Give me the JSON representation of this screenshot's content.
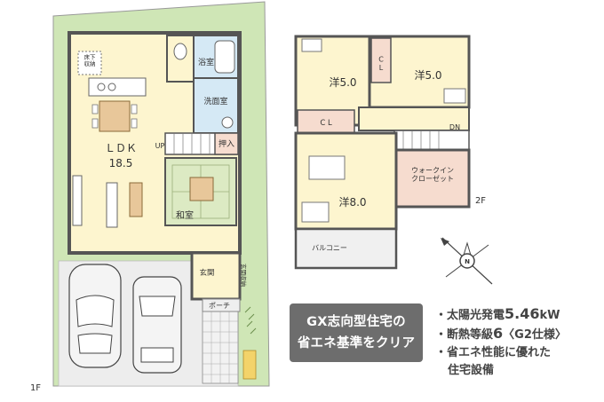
{
  "floor1": {
    "label": "1F",
    "rooms": {
      "storage": "床下\n収納",
      "bath": "浴室",
      "washroom": "洗面室",
      "ldk": "ＬＤＫ",
      "ldk_size": "18.5",
      "up": "UP",
      "closet": "押入",
      "washitsu": "和室",
      "entrance": "玄関",
      "entrance_storage": "玄関収納",
      "porch": "ポーチ"
    }
  },
  "floor2": {
    "label": "2F",
    "rooms": {
      "room_a": "洋5.0",
      "room_b": "洋5.0",
      "cl_top": "C\nL",
      "cl_mid": "C L",
      "dn": "DN",
      "room_c": "洋8.0",
      "walkin": "ウォークイン\nクローゼット",
      "balcony": "バルコニー"
    }
  },
  "compass": {
    "north": "N"
  },
  "badge": {
    "line1": "GX志向型住宅の",
    "line2": "省エネ基準をクリア"
  },
  "features": {
    "f1_prefix": "・太陽光発電",
    "f1_value": "5.46",
    "f1_unit": "kW",
    "f2_prefix": "・断熱等級",
    "f2_value": "6",
    "f2_suffix": "〈G2仕様〉",
    "f3_line1": "・省エネ性能に優れた",
    "f3_line2": "住宅設備"
  },
  "colors": {
    "lot_green": "#cfe6b6",
    "floor_cream": "#fdf5cf",
    "wet_blue": "#d5e9f5",
    "tatami_green": "#dceac3",
    "closet_pink": "#f6dccf",
    "badge_gray": "#6d6d6d"
  }
}
